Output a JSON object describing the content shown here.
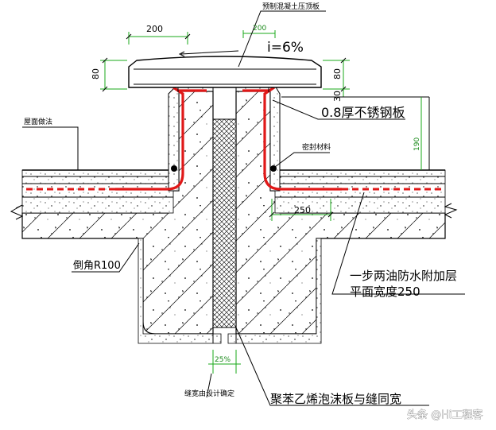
{
  "labels": {
    "precast_cover": "预制混凝土压顶板",
    "slope": "i=6%",
    "dim_200_left": "200",
    "dim_200_top": "200",
    "dim_80_left": "80",
    "dim_80_right": "80",
    "dim_30": "30",
    "steel_plate": "0.8厚不锈钢板",
    "roof_method": "屋面做法",
    "sealant": "密封材料",
    "dim_190": "190",
    "dim_250": "250",
    "chamfer": "倒角R100",
    "waterproof_line1": "一步两油防水附加层",
    "waterproof_line2": "平面宽度250",
    "joint_width_value": "25%",
    "joint_width_note": "缝宽由设计确定",
    "foam_board": "聚苯乙烯泡沫板与缝同宽",
    "watermark": "头条 @Hi工程客"
  }
}
